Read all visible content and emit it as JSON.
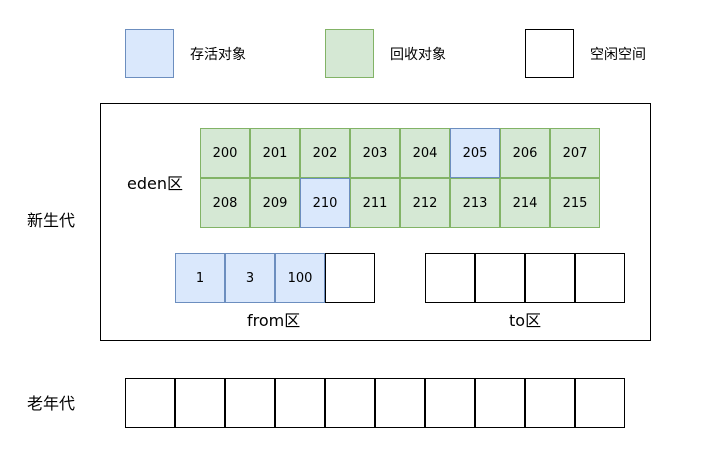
{
  "legend": {
    "alive_label": "存活对象",
    "garbage_label": "回收对象",
    "free_label": "空闲空间"
  },
  "young_gen_label": "新生代",
  "old_gen_label": "老年代",
  "eden_label": "eden区",
  "from_label": "from区",
  "to_label": "to区",
  "eden_row1": [
    {
      "value": "200",
      "state": "garbage"
    },
    {
      "value": "201",
      "state": "garbage"
    },
    {
      "value": "202",
      "state": "garbage"
    },
    {
      "value": "203",
      "state": "garbage"
    },
    {
      "value": "204",
      "state": "garbage"
    },
    {
      "value": "205",
      "state": "alive"
    },
    {
      "value": "206",
      "state": "garbage"
    },
    {
      "value": "207",
      "state": "garbage"
    }
  ],
  "eden_row2": [
    {
      "value": "208",
      "state": "garbage"
    },
    {
      "value": "209",
      "state": "garbage"
    },
    {
      "value": "210",
      "state": "alive"
    },
    {
      "value": "211",
      "state": "garbage"
    },
    {
      "value": "212",
      "state": "garbage"
    },
    {
      "value": "213",
      "state": "garbage"
    },
    {
      "value": "214",
      "state": "garbage"
    },
    {
      "value": "215",
      "state": "garbage"
    }
  ],
  "from_cells": [
    {
      "value": "1",
      "state": "alive"
    },
    {
      "value": "3",
      "state": "alive"
    },
    {
      "value": "100",
      "state": "alive"
    },
    {
      "value": "",
      "state": "empty"
    }
  ],
  "to_cells": [
    {
      "value": "",
      "state": "empty"
    },
    {
      "value": "",
      "state": "empty"
    },
    {
      "value": "",
      "state": "empty"
    },
    {
      "value": "",
      "state": "empty"
    }
  ],
  "old_cells": [
    {
      "value": "",
      "state": "empty"
    },
    {
      "value": "",
      "state": "empty"
    },
    {
      "value": "",
      "state": "empty"
    },
    {
      "value": "",
      "state": "empty"
    },
    {
      "value": "",
      "state": "empty"
    },
    {
      "value": "",
      "state": "empty"
    },
    {
      "value": "",
      "state": "empty"
    },
    {
      "value": "",
      "state": "empty"
    },
    {
      "value": "",
      "state": "empty"
    },
    {
      "value": "",
      "state": "empty"
    }
  ],
  "colors": {
    "alive_fill": "#dae8fc",
    "alive_stroke": "#6c8ebf",
    "garbage_fill": "#d5e8d4",
    "garbage_stroke": "#82b366",
    "free_fill": "#ffffff",
    "free_stroke": "#000000"
  }
}
